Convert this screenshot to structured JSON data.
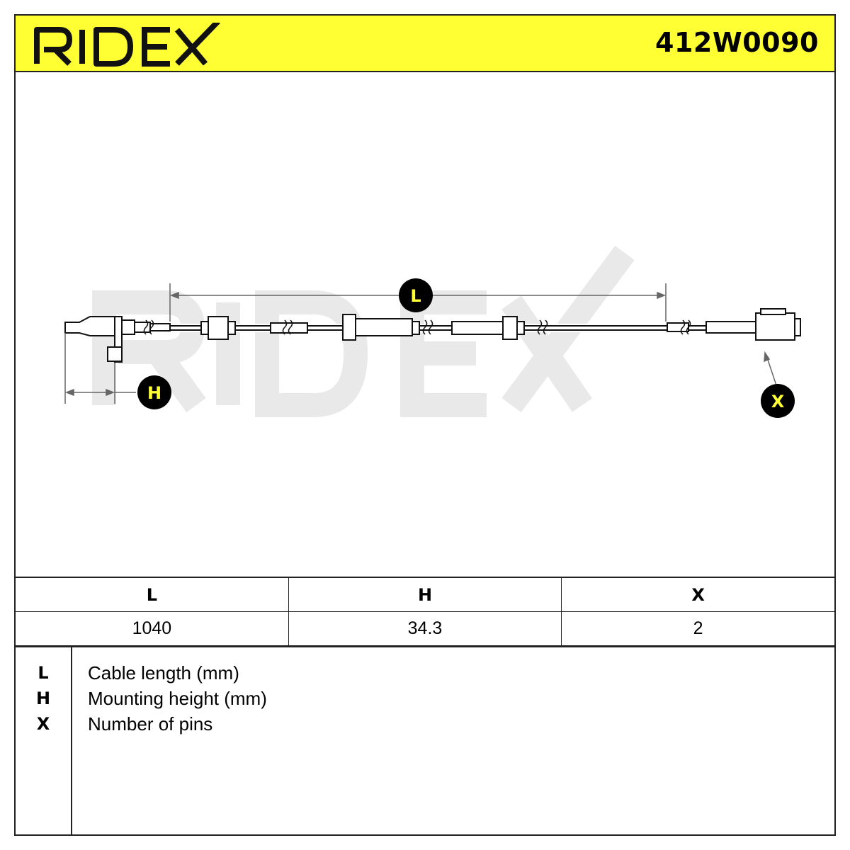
{
  "header": {
    "brand": "RIDEX",
    "part_number": "412W0090",
    "background_color": "#ffff33"
  },
  "drawing": {
    "watermark": "RIDEX",
    "callouts": {
      "length_marker": "L",
      "height_marker": "H",
      "pins_marker": "X"
    },
    "marker_fill": "#000000",
    "marker_text_color": "#ffff33"
  },
  "specs_table": {
    "headers": [
      "L",
      "H",
      "X"
    ],
    "values": [
      "1040",
      "34.3",
      "2"
    ]
  },
  "legend": {
    "items": [
      {
        "key": "L",
        "description": "Cable length (mm)"
      },
      {
        "key": "H",
        "description": "Mounting height (mm)"
      },
      {
        "key": "X",
        "description": "Number of pins"
      }
    ]
  }
}
